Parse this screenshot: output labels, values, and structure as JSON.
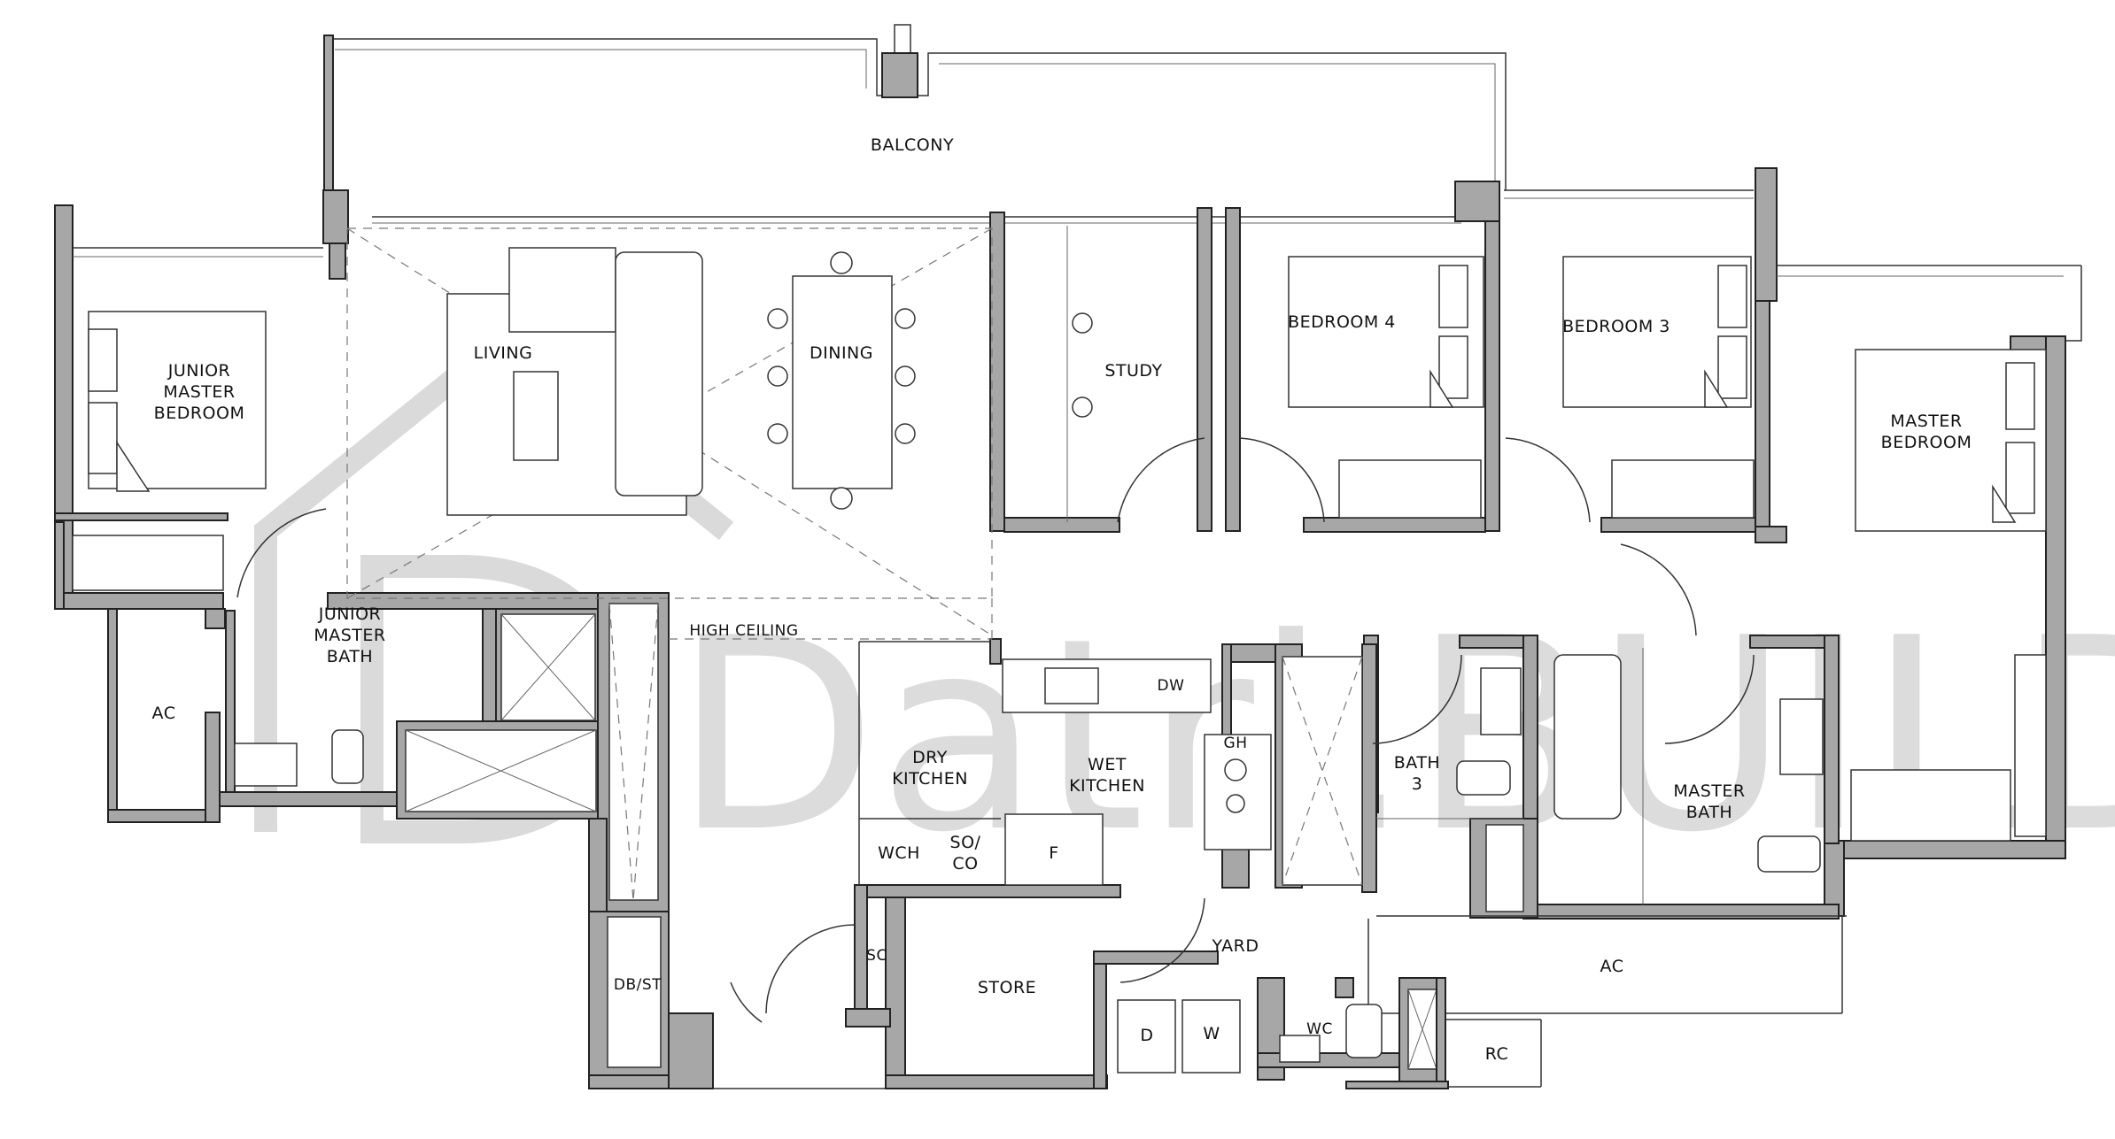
{
  "plan": {
    "rooms": {
      "balcony": "BALCONY",
      "living": "LIVING",
      "dining": "DINING",
      "study": "STUDY",
      "bedroom4": "BEDROOM 4",
      "bedroom3": "BEDROOM 3",
      "master_bedroom_1": "MASTER",
      "master_bedroom_2": "BEDROOM",
      "junior_master_bedroom_1": "JUNIOR",
      "junior_master_bedroom_2": "MASTER",
      "junior_master_bedroom_3": "BEDROOM",
      "junior_master_bath_1": "JUNIOR",
      "junior_master_bath_2": "MASTER",
      "junior_master_bath_3": "BATH",
      "ac_left": "AC",
      "high_ceiling": "HIGH CEILING",
      "dry_kitchen_1": "DRY",
      "dry_kitchen_2": "KITCHEN",
      "wet_kitchen_1": "WET",
      "wet_kitchen_2": "KITCHEN",
      "dw": "DW",
      "gh": "GH",
      "wch": "WCH",
      "so_co_1": "SO/",
      "so_co_2": "CO",
      "fridge": "F",
      "bath3_1": "BATH",
      "bath3_2": "3",
      "master_bath_1": "MASTER",
      "master_bath_2": "BATH",
      "yard": "YARD",
      "store": "STORE",
      "sc": "SC",
      "db_st": "DB/ST",
      "dryer": "D",
      "washer": "W",
      "wc": "WC",
      "ac_right": "AC",
      "rc": "RC"
    },
    "watermark": "Datri.BUILD"
  }
}
